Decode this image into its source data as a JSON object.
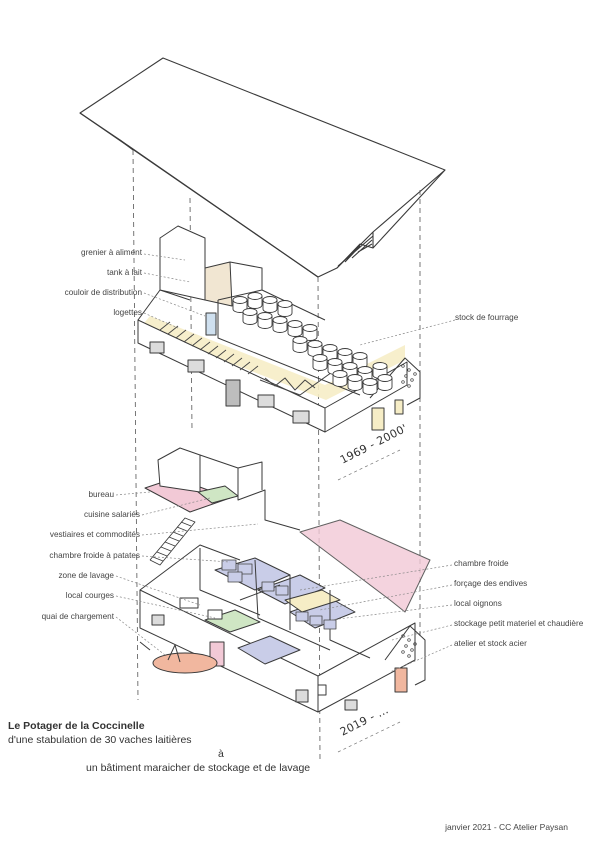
{
  "upper_labels_left": [
    "grenier à aliment",
    "tank à lait",
    "couloir de distribution",
    "logettes"
  ],
  "upper_labels_right": [
    "stock de fourrage"
  ],
  "upper_era": "1969 - 2000'",
  "lower_labels_left": [
    "bureau",
    "cuisine salariés",
    "vestiaires et commodités",
    "chambre froide à patates",
    "zone de lavage",
    "local courges",
    "quai de chargement"
  ],
  "lower_labels_right": [
    "chambre froide",
    "forçage des endives",
    "local oignons",
    "stockage petit materiel et chaudière",
    "atelier et stock acier"
  ],
  "lower_era": "2019 - ...",
  "title": {
    "line1": "Le Potager de la Coccinelle",
    "line2": "d'une stabulation de 30 vaches laitières",
    "line3": "à",
    "line4": "un bâtiment maraicher de stockage et de lavage"
  },
  "credit": "janvier 2021 - CC Atelier Paysan",
  "colors": {
    "line": "#3a3a3a",
    "pink": "#f2c9d6",
    "blue": "#c9cde8",
    "yellow": "#f6edc6",
    "green": "#cfe6c4",
    "salmon": "#f1b79f",
    "skyblue": "#cfe0ef"
  }
}
